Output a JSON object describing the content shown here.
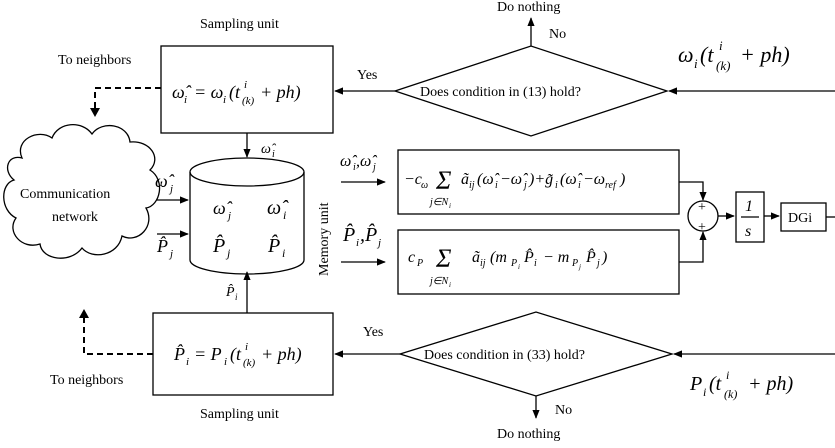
{
  "labels": {
    "sampling_unit_top": "Sampling unit",
    "sampling_unit_bottom": "Sampling unit",
    "to_neighbors_top": "To neighbors",
    "to_neighbors_bottom": "To neighbors",
    "do_nothing_top": "Do nothing",
    "do_nothing_bottom": "Do nothing",
    "no_top": "No",
    "no_bottom": "No",
    "yes_top": "Yes",
    "yes_bottom": "Yes",
    "condition_top": "Does condition in (13) hold?",
    "condition_bottom": "Does condition in (33) hold?",
    "communication_network_1": "Communication",
    "communication_network_2": "network",
    "memory_unit": "Memory unit",
    "dg_block": "DGi",
    "integrator_num": "1",
    "integrator_den": "s",
    "plus_top": "+",
    "plus_bottom": "+"
  },
  "math": {
    "omega_input": "ω_i(t^i_(k) + ph)",
    "p_input": "P_i(t^i_(k) + ph)",
    "omega_sample": "ω̂_i = ω_i(t^i_(k) + ph)",
    "p_sample": "P̂_i = P_i(t^i_(k) + ph)",
    "omega_hat_i": "ω̂_i",
    "omega_hat_j": "ω̂_j",
    "p_hat_i": "P̂_i",
    "p_hat_j": "P̂_j",
    "memory_out_omega": "ω̂_i, ω̂_j",
    "memory_out_p": "P̂_i, P̂_j",
    "freq_term": "−c_ω Σ_{j∈N_i} ã_ij(ω̂_i − ω̂_j) + g̃_i(ω̂_i − ω_ref)",
    "power_term": "c_P Σ_{j∈N_i} ã_ij(m_Pi P̂_i − m_Pj P̂_j)"
  }
}
